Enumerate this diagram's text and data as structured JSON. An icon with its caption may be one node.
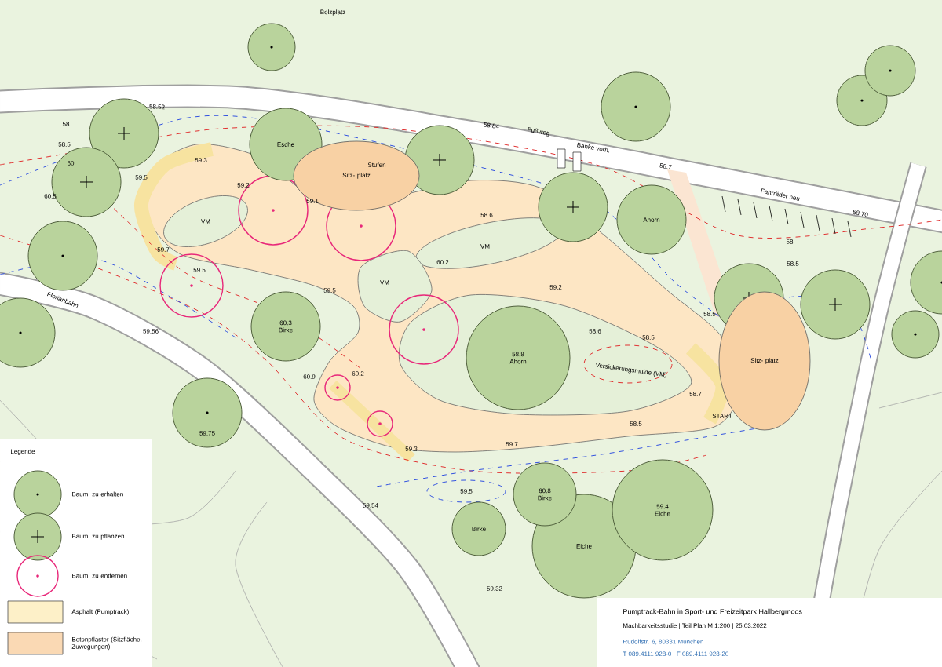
{
  "diagram": {
    "title": "Pumptrack-Bahn in Sport- und Freizeitpark Hallbergmoos",
    "nodes": [
      {
        "text": [
          "Esche"
        ]
      },
      {
        "text": [
          "Sitz- platz"
        ]
      },
      {
        "text": [
          "Ahorn"
        ]
      },
      {
        "text": [
          "60.3",
          "Birke"
        ]
      },
      {
        "text": [
          "58.8",
          "Ahorn"
        ]
      },
      {
        "text": [
          "Sitz- platz"
        ]
      },
      {
        "text": [
          "60.8",
          "Birke"
        ]
      },
      {
        "text": [
          "59.4",
          "Eiche"
        ]
      },
      {
        "text": [
          "Birke"
        ]
      },
      {
        "text": [
          "Eiche"
        ]
      }
    ],
    "labels": [
      "Bolzplatz",
      "58.52",
      "58.84",
      "Fußweg",
      "Bänke vorh.",
      "58.7",
      "Fahrräder neu",
      "58.70",
      "58",
      "58.5",
      "60",
      "60.5",
      "59.3",
      "59.5",
      "59.2",
      "Stufen",
      "59.1",
      "VM",
      "59.7",
      "59.5",
      "Florianbahn",
      "59.56",
      "VM",
      "59.5",
      "60.2",
      "58.6",
      "VM",
      "59.2",
      "58.6",
      "58.5",
      "Versickerungsmulde (VM)",
      "58.7",
      "START",
      "58.5",
      "58",
      "58.5",
      "60.9",
      "60.2",
      "59.3",
      "59.75",
      "59.7",
      "58.5",
      "59.5",
      "59.54",
      "59.32",
      "Legende",
      "Machbarkeitsstudie | Teil Plan M 1:200 | 25.03.2022",
      "Rudolfstr. 6, 80331 München",
      "T 089.4111 928-0 | F 089.4111 928-20"
    ],
    "legend": [
      {
        "text": "Baum, zu erhalten"
      },
      {
        "text": "Baum, zu pflanzen"
      },
      {
        "text": "Baum, zu entfernen"
      },
      {
        "text": "Asphalt (Pumptrack)",
        "color": "#fdf0c8"
      },
      {
        "text": "Betonpflaster (Sitzfläche, Zuwegungen)",
        "color": "#fad9b4"
      }
    ]
  }
}
